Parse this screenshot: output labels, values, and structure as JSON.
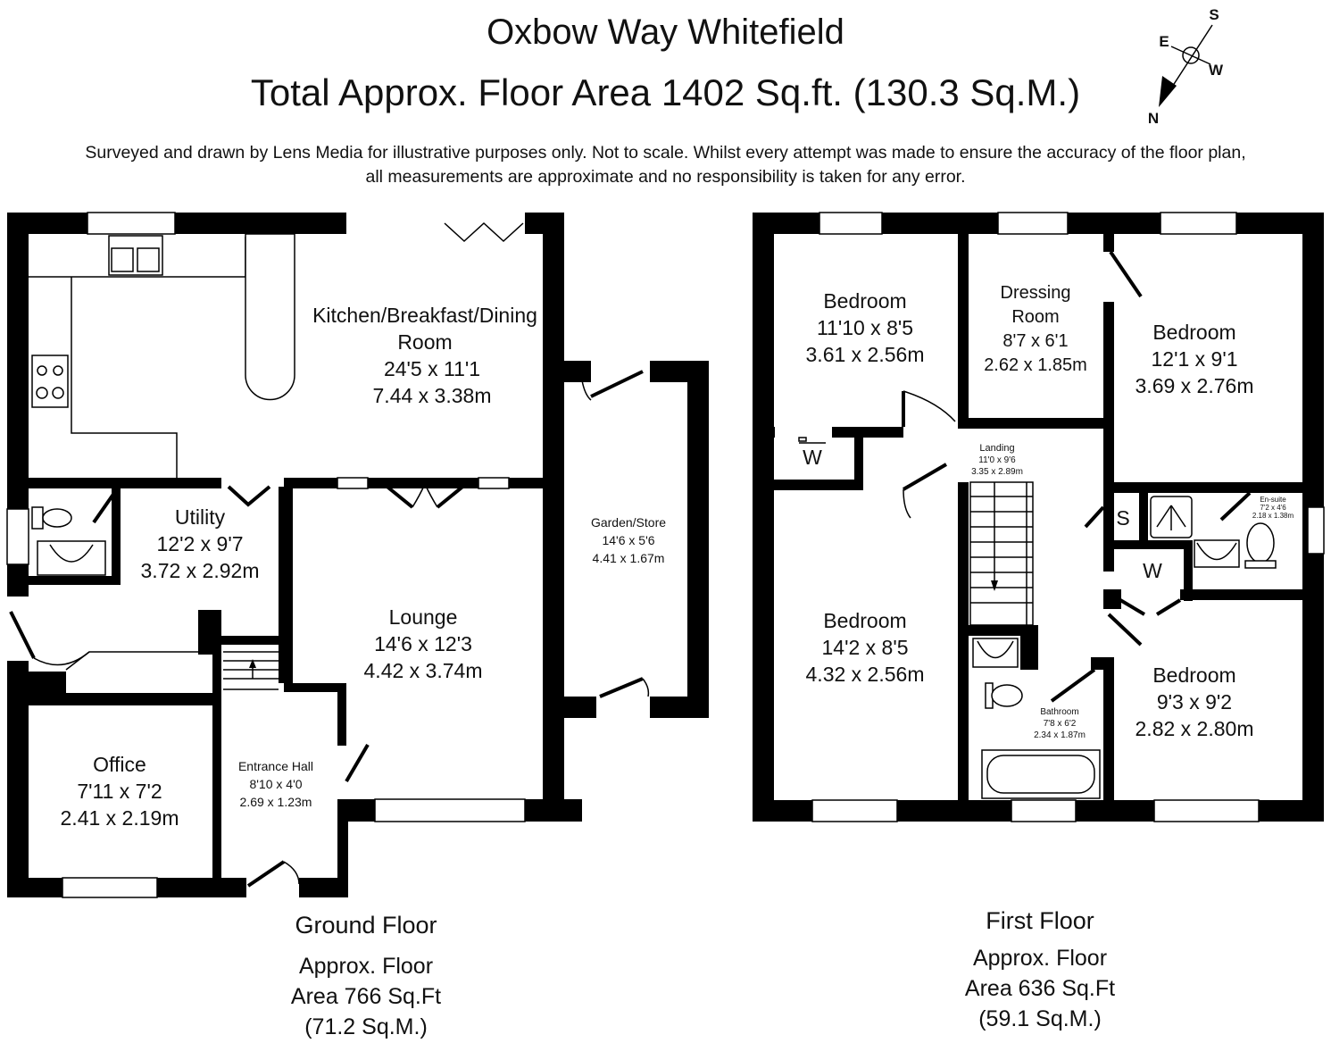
{
  "header": {
    "title": "Oxbow Way Whitefield",
    "subtitle": "Total Approx. Floor Area 1402 Sq.ft. (130.3 Sq.M.)",
    "disclaimer_line1": "Surveyed and drawn by Lens Media for illustrative purposes only. Not to scale. Whilst every attempt was made to ensure the accuracy of the floor plan,",
    "disclaimer_line2": "all measurements are approximate and no responsibility is taken for any error."
  },
  "compass": {
    "n": "N",
    "s": "S",
    "e": "E",
    "w": "W",
    "icon": "compass-icon"
  },
  "ground_floor": {
    "label": "Ground Floor",
    "area_line1": "Approx. Floor",
    "area_line2": "Area 766 Sq.Ft",
    "area_line3": "(71.2 Sq.M.)",
    "rooms": {
      "kitchen": {
        "name1": "Kitchen/Breakfast/Dining",
        "name2": "Room",
        "imperial": "24'5 x 11'1",
        "metric": "7.44 x 3.38m"
      },
      "utility": {
        "name": "Utility",
        "imperial": "12'2 x 9'7",
        "metric": "3.72 x 2.92m"
      },
      "lounge": {
        "name": "Lounge",
        "imperial": "14'6 x 12'3",
        "metric": "4.42 x 3.74m"
      },
      "garden_store": {
        "name": "Garden/Store",
        "imperial": "14'6 x 5'6",
        "metric": "4.41 x 1.67m"
      },
      "office": {
        "name": "Office",
        "imperial": "7'11 x 7'2",
        "metric": "2.41 x 2.19m"
      },
      "entrance_hall": {
        "name": "Entrance Hall",
        "imperial": "8'10 x 4'0",
        "metric": "2.69 x 1.23m"
      }
    }
  },
  "first_floor": {
    "label": "First Floor",
    "area_line1": "Approx. Floor",
    "area_line2": "Area 636 Sq.Ft",
    "area_line3": "(59.1 Sq.M.)",
    "rooms": {
      "bedroom1": {
        "name": "Bedroom",
        "imperial": "11'10 x 8'5",
        "metric": "3.61 x 2.56m"
      },
      "dressing": {
        "name1": "Dressing",
        "name2": "Room",
        "imperial": "8'7 x 6'1",
        "metric": "2.62 x 1.85m"
      },
      "bedroom2": {
        "name": "Bedroom",
        "imperial": "12'1 x 9'1",
        "metric": "3.69 x 2.76m"
      },
      "landing": {
        "name": "Landing",
        "imperial": "11'0 x 9'6",
        "metric": "3.35 x 2.89m"
      },
      "ensuite": {
        "name": "En-suite",
        "imperial": "7'2 x 4'6",
        "metric": "2.18 x 1.38m"
      },
      "bedroom3": {
        "name": "Bedroom",
        "imperial": "14'2 x 8'5",
        "metric": "4.32 x 2.56m"
      },
      "bathroom": {
        "name": "Bathroom",
        "imperial": "7'8 x 6'2",
        "metric": "2.34 x 1.87m"
      },
      "bedroom4": {
        "name": "Bedroom",
        "imperial": "9'3 x 9'2",
        "metric": "2.82 x 2.80m"
      },
      "wardrobe_label": "W",
      "storage_label": "S"
    }
  }
}
